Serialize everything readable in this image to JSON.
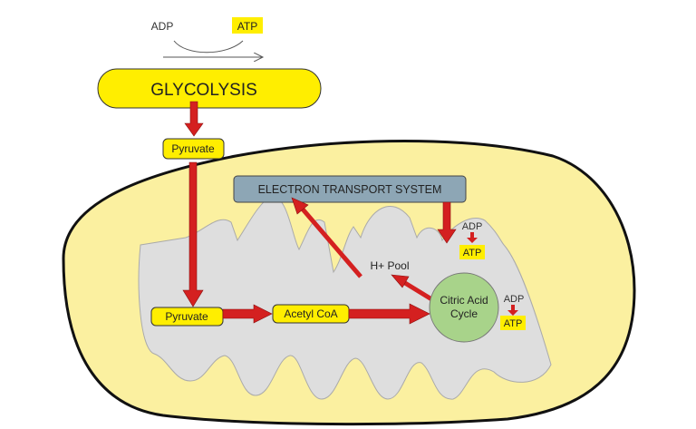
{
  "diagram": {
    "top_reaction": {
      "input": "ADP",
      "output": "ATP"
    },
    "glycolysis": "GLYCOLYSIS",
    "pyruvate_outside": "Pyruvate",
    "pyruvate_inside": "Pyruvate",
    "acetyl_coa": "Acetyl CoA",
    "ets": "ELECTRON TRANSPORT SYSTEM",
    "h_pool": "H+ Pool",
    "citric_acid_cycle": {
      "line1": "Citric Acid",
      "line2": "Cycle"
    },
    "ets_reaction": {
      "input": "ADP",
      "output": "ATP"
    },
    "cycle_reaction": {
      "input": "ADP",
      "output": "ATP"
    }
  },
  "colors": {
    "yellow_fill": "#fbf0a0",
    "highlight_yellow": "#ffee00",
    "matrix_gray": "#dedede",
    "ets_blue": "#8da6b5",
    "cycle_green": "#a8d38a",
    "arrow_red": "#d42020"
  }
}
